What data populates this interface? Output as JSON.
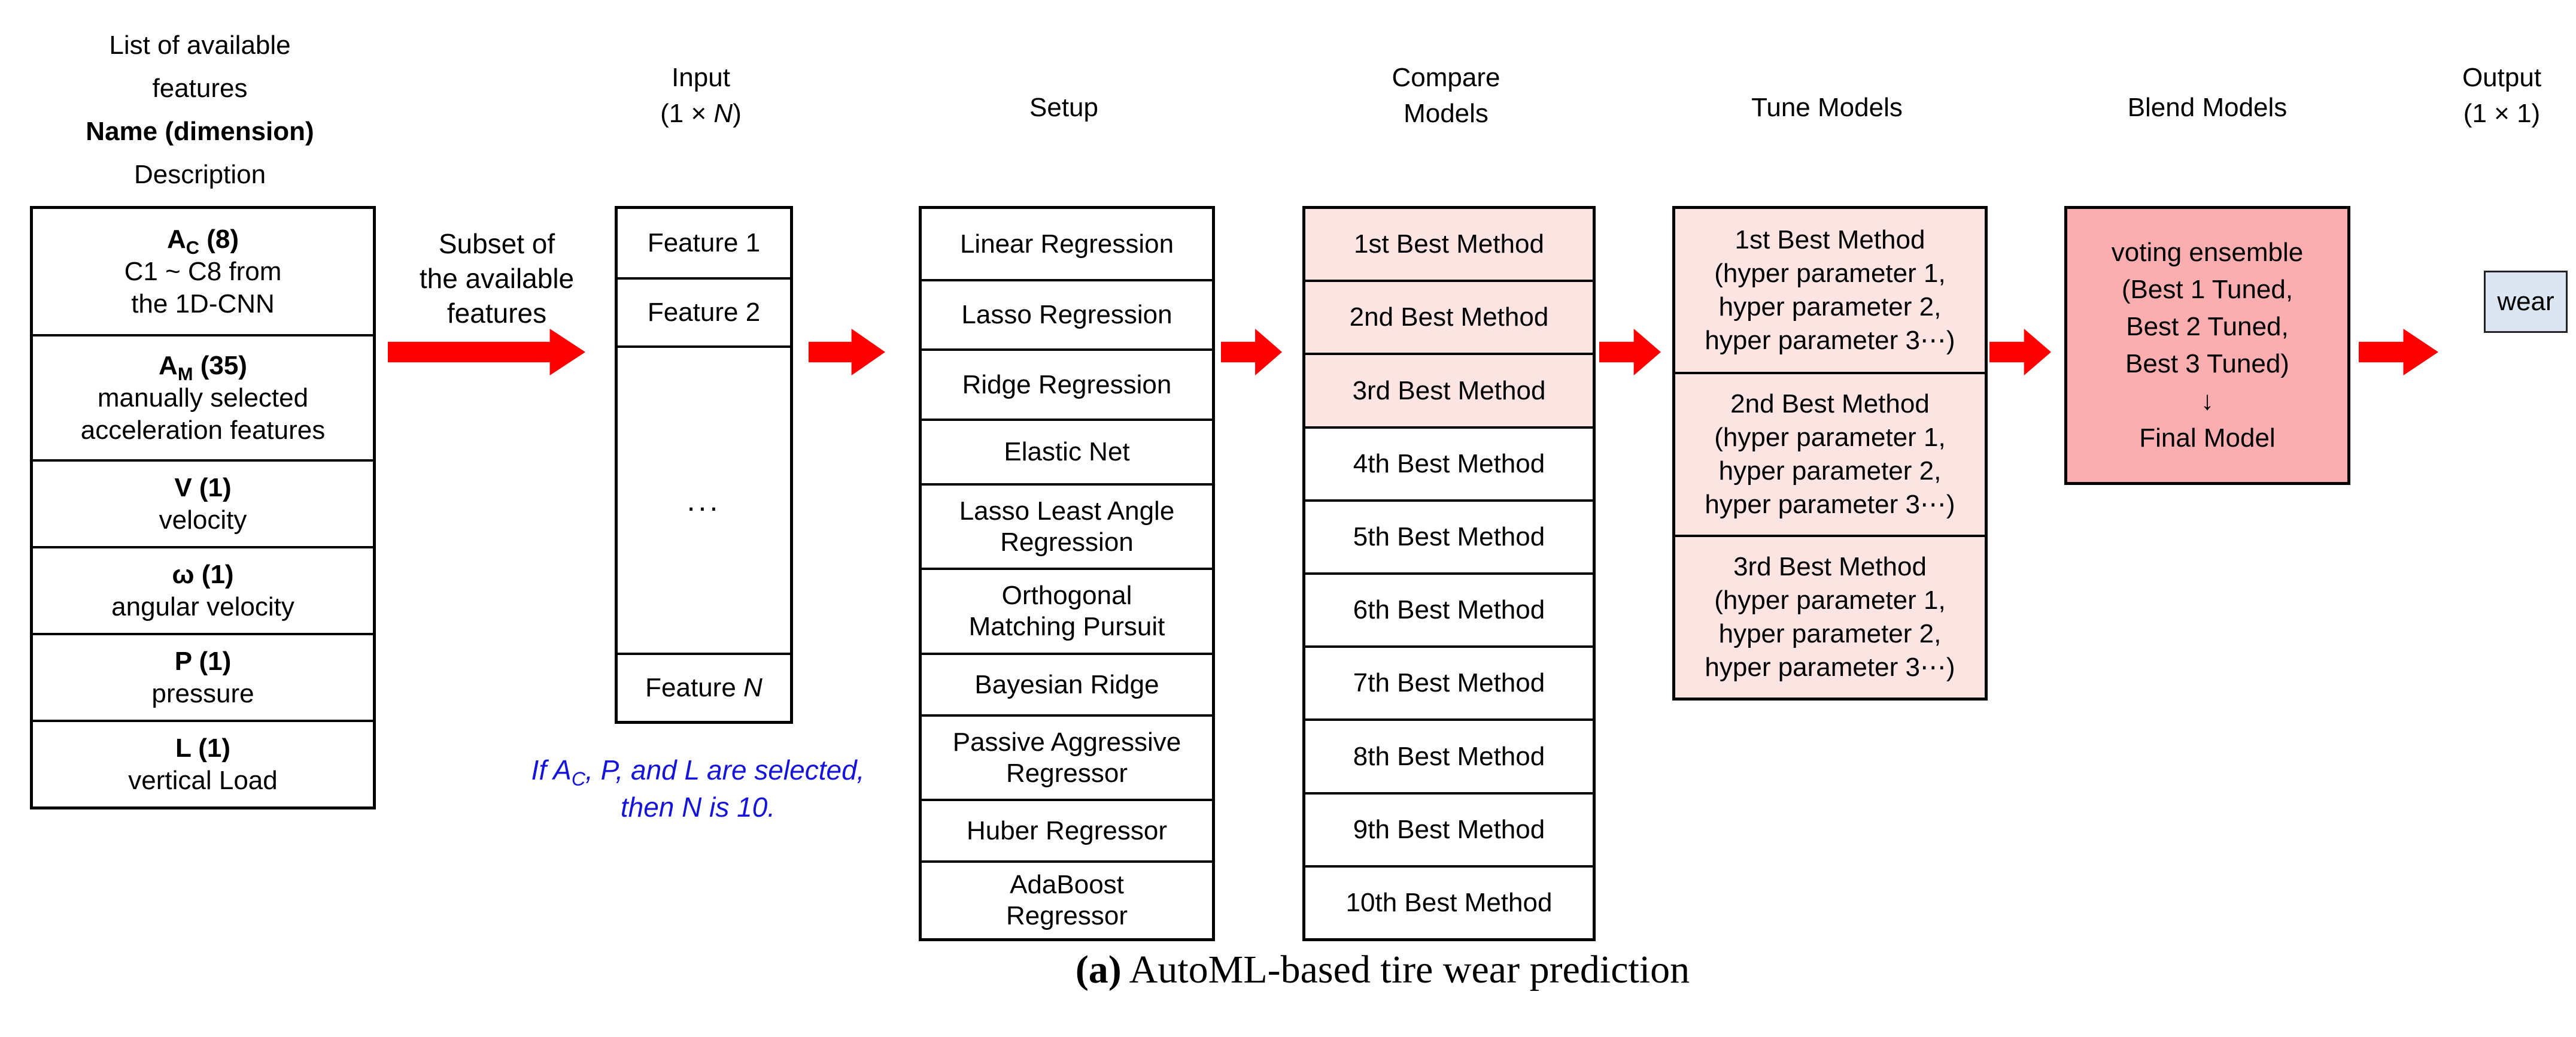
{
  "colors": {
    "accent_red": "#ff0000",
    "pink_light": "#fce4e3",
    "pink_dark": "#fbaeb0",
    "blue_note": "#1414db",
    "output_blue": "#dbe6f2",
    "line": "#000000"
  },
  "headers": {
    "features": {
      "line1": "List of available",
      "line2": "features",
      "line3": "Name (dimension)",
      "line4": "Description"
    },
    "input": {
      "line1": "Input",
      "line2_html": "(1 × <i>N</i>)"
    },
    "setup": "Setup",
    "compare": {
      "line1": "Compare",
      "line2": "Models"
    },
    "tune": "Tune Models",
    "blend": "Blend Models",
    "output": {
      "line1": "Output",
      "line2": "(1 × 1)"
    }
  },
  "features_table": {
    "rows": [
      {
        "name_html": "A<sub>C</sub> (8)",
        "desc_html": "C1 ~ C8 from<br>the 1D-CNN"
      },
      {
        "name_html": "A<sub>M</sub> (35)",
        "desc_html": "manually selected<br>acceleration features"
      },
      {
        "name_html": "V (1)",
        "desc_html": "velocity"
      },
      {
        "name_html": "ω (1)",
        "desc_html": "angular velocity"
      },
      {
        "name_html": "P (1)",
        "desc_html": "pressure"
      },
      {
        "name_html": "L (1)",
        "desc_html": "vertical Load"
      }
    ]
  },
  "subset_label": {
    "line1": "Subset of",
    "line2": "the available",
    "line3": "features"
  },
  "input_table": {
    "row1": "Feature 1",
    "row2": "Feature 2",
    "ellipsis": "...",
    "rowN_html": "Feature <i>N</i>"
  },
  "note": {
    "line1_html": "If A<sub>C</sub>, P, and L are selected,",
    "line2_html": "then N is 10."
  },
  "setup_list": [
    "Linear Regression",
    "Lasso Regression",
    "Ridge Regression",
    "Elastic Net",
    "Lasso Least Angle<br>Regression",
    "Orthogonal<br>Matching Pursuit",
    "Bayesian Ridge",
    "Passive Aggressive<br>Regressor",
    "Huber Regressor",
    "AdaBoost<br>Regressor"
  ],
  "compare_list": [
    "1st Best Method",
    "2nd Best Method",
    "3rd Best Method",
    "4th Best Method",
    "5th Best Method",
    "6th Best Method",
    "7th Best Method",
    "8th Best Method",
    "9th Best Method",
    "10th Best Method"
  ],
  "tune_boxes": [
    {
      "title": "1st Best Method",
      "params_html": "(hyper parameter 1,<br>hyper parameter 2,<br>hyper parameter 3⋯)"
    },
    {
      "title": "2nd Best Method",
      "params_html": "(hyper parameter 1,<br>hyper parameter 2,<br>hyper parameter 3⋯)"
    },
    {
      "title": "3rd Best Method",
      "params_html": "(hyper parameter 1,<br>hyper parameter 2,<br>hyper parameter 3⋯)"
    }
  ],
  "blend_box_html": "voting ensemble<br>(Best 1 Tuned,<br>Best 2 Tuned,<br>Best 3 Tuned)<br>↓<br>Final Model",
  "output_box": "wear",
  "caption_html": "<b>(a)</b> AutoML-based tire wear prediction"
}
